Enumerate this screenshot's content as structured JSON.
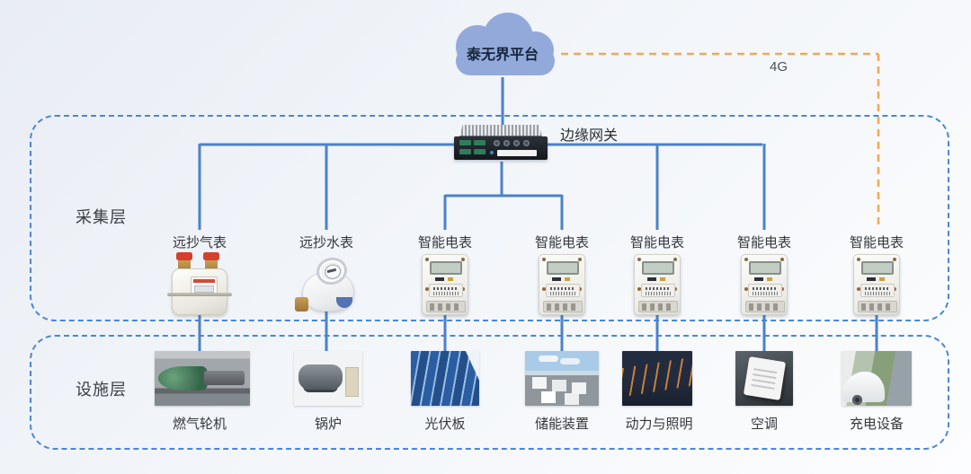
{
  "cloud": {
    "label": "泰无界平台"
  },
  "link_4g": {
    "label": "4G"
  },
  "gateway": {
    "label": "边缘网关"
  },
  "collection_layer": {
    "label": "采集层",
    "devices": [
      {
        "label": "远抄气表",
        "kind": "gas-meter"
      },
      {
        "label": "远抄水表",
        "kind": "water-meter"
      },
      {
        "label": "智能电表",
        "kind": "smart-meter"
      },
      {
        "label": "智能电表",
        "kind": "smart-meter"
      },
      {
        "label": "智能电表",
        "kind": "smart-meter"
      },
      {
        "label": "智能电表",
        "kind": "smart-meter"
      },
      {
        "label": "智能电表",
        "kind": "smart-meter"
      }
    ]
  },
  "facility_layer": {
    "label": "设施层",
    "devices": [
      {
        "label": "燃气轮机"
      },
      {
        "label": "锅炉"
      },
      {
        "label": "光伏板"
      },
      {
        "label": "储能装置"
      },
      {
        "label": "动力与照明"
      },
      {
        "label": "空调"
      },
      {
        "label": "充电设备"
      }
    ]
  },
  "colors": {
    "connector_blue": "#4a82ca",
    "box_dash_blue": "#4d86d4",
    "wireless_orange": "#f3a94d",
    "cloud_fill": "#93a9da"
  }
}
